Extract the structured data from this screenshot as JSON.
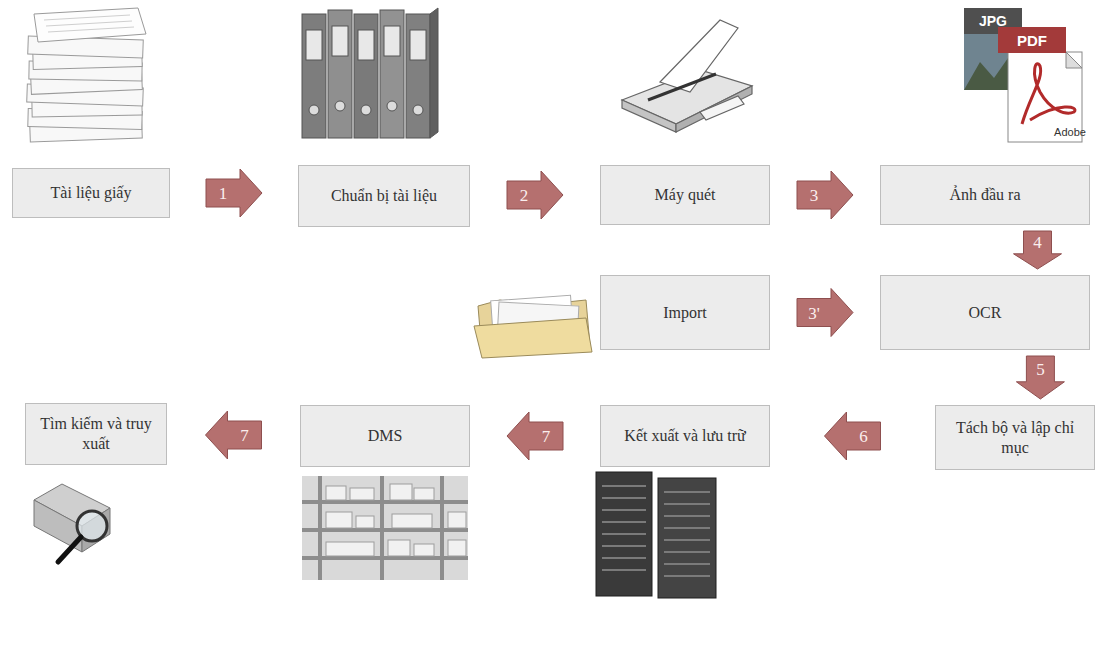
{
  "diagram": {
    "nodes": [
      {
        "text": [
          "Tài liệu giấy"
        ]
      },
      {
        "text": [
          "Chuẩn bị tài liệu"
        ]
      },
      {
        "text": [
          "Máy quét"
        ]
      },
      {
        "text": [
          "Ảnh đầu ra"
        ]
      },
      {
        "text": [
          "Import"
        ]
      },
      {
        "text": [
          "OCR"
        ]
      },
      {
        "text": [
          "Tách bộ và lập chỉ mục"
        ]
      },
      {
        "text": [
          "Kết xuất và lưu trữ"
        ]
      },
      {
        "text": [
          "DMS"
        ]
      },
      {
        "text": [
          "Tìm kiếm và truy xuất"
        ]
      }
    ],
    "edges": [
      {
        "from": 0,
        "to": 1,
        "label": "1",
        "arrow": "to"
      },
      {
        "from": 1,
        "to": 2,
        "label": "2",
        "arrow": "to"
      },
      {
        "from": 2,
        "to": 3,
        "label": "3",
        "arrow": "to"
      },
      {
        "from": 3,
        "to": 5,
        "label": "4",
        "arrow": "to"
      },
      {
        "from": 4,
        "to": 5,
        "label": "3'",
        "arrow": "to"
      },
      {
        "from": 5,
        "to": 6,
        "label": "5",
        "arrow": "to"
      },
      {
        "from": 6,
        "to": 7,
        "label": "6",
        "arrow": "to"
      },
      {
        "from": 7,
        "to": 8,
        "label": "7",
        "arrow": "to"
      },
      {
        "from": 8,
        "to": 9,
        "label": "7",
        "arrow": "to"
      }
    ],
    "labels": [
      "JPG",
      "PDF",
      "Adobe"
    ]
  }
}
